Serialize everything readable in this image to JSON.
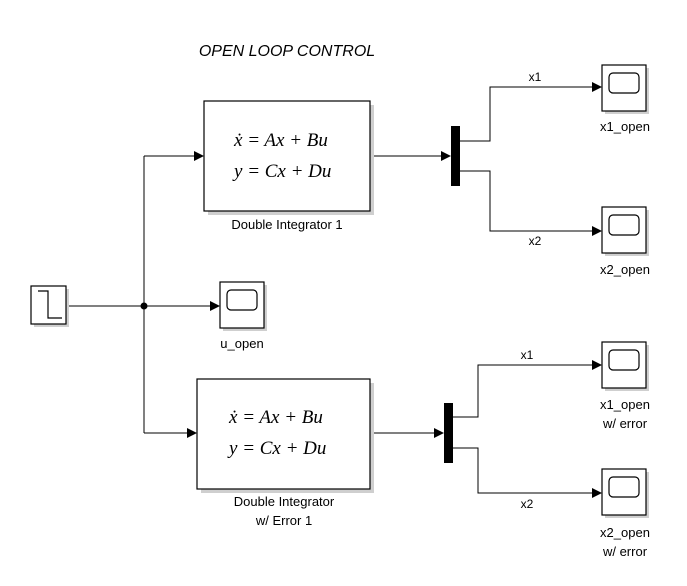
{
  "title": "OPEN LOOP CONTROL",
  "blocks": {
    "plant1": {
      "label": "Double Integrator 1",
      "eq1": {
        "lhs": "ẋ",
        "rhs": " = Ax + Bu"
      },
      "eq2": {
        "lhs": "y",
        "rhs": " = Cx + Du"
      }
    },
    "plant2": {
      "label_line1": "Double Integrator",
      "label_line2": "w/ Error 1",
      "eq1": {
        "lhs": "ẋ",
        "rhs": " = Ax + Bu"
      },
      "eq2": {
        "lhs": "y",
        "rhs": " = Cx + Du"
      }
    },
    "scopes": {
      "x1_open": "x1_open",
      "x2_open": "x2_open",
      "u_open": "u_open",
      "x1_err_line1": "x1_open",
      "x1_err_line2": "w/ error",
      "x2_err_line1": "x2_open",
      "x2_err_line2": "w/ error"
    }
  },
  "signals": {
    "top_x1": "x1",
    "top_x2": "x2",
    "bottom_x1": "x1",
    "bottom_x2": "x2"
  }
}
